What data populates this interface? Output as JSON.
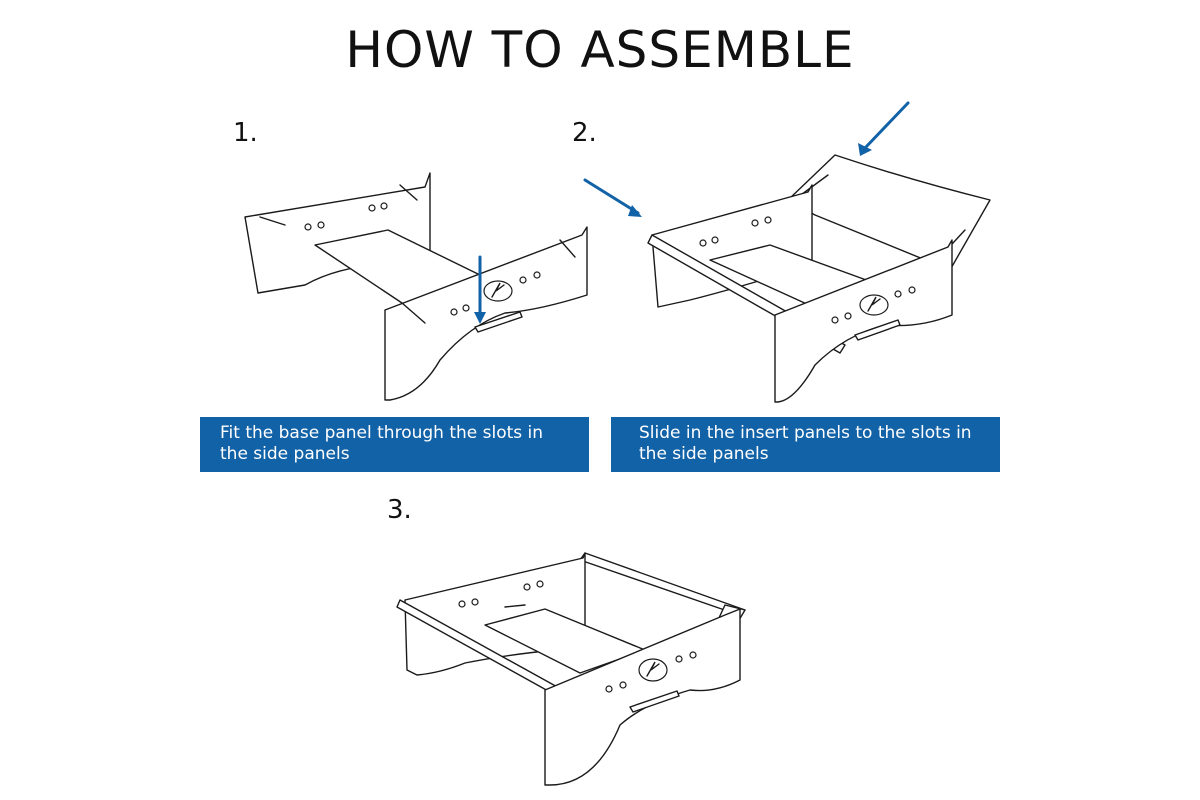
{
  "title": "HOW TO ASSEMBLE",
  "colors": {
    "accent": "#1262a8",
    "line": "#1a1a1a",
    "background": "#ffffff"
  },
  "steps": [
    {
      "number": "1.",
      "caption": "Fit the base panel through the slots in the side panels",
      "icon": "base-panel-through-slots-icon"
    },
    {
      "number": "2.",
      "caption": "Slide in the insert panels to the slots in the side panels",
      "icon": "insert-panels-icon"
    },
    {
      "number": "3.",
      "caption": "",
      "icon": "assembled-fire-pit-icon"
    }
  ]
}
